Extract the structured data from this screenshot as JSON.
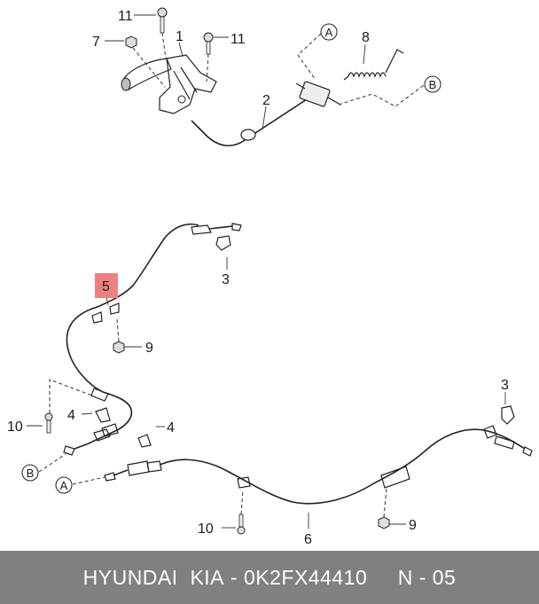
{
  "callouts": {
    "c11a": "11",
    "c11b": "11",
    "c7": "7",
    "c1": "1",
    "c8": "8",
    "c2": "2",
    "c3a": "3",
    "c5": "5",
    "c9a": "9",
    "c4a": "4",
    "c10a": "10",
    "c4b": "4",
    "c3b": "3",
    "c10b": "10",
    "c9b": "9",
    "c6": "6"
  },
  "refs": {
    "a_top": "A",
    "b_top": "B",
    "b_left": "B",
    "a_left": "A"
  },
  "highlight_color": "#f08080",
  "footer": {
    "brand": "HYUNDAI",
    "make": "KIA",
    "part_number": "0K2FX44410",
    "page": "N - 05",
    "bg_color": "#808080"
  }
}
